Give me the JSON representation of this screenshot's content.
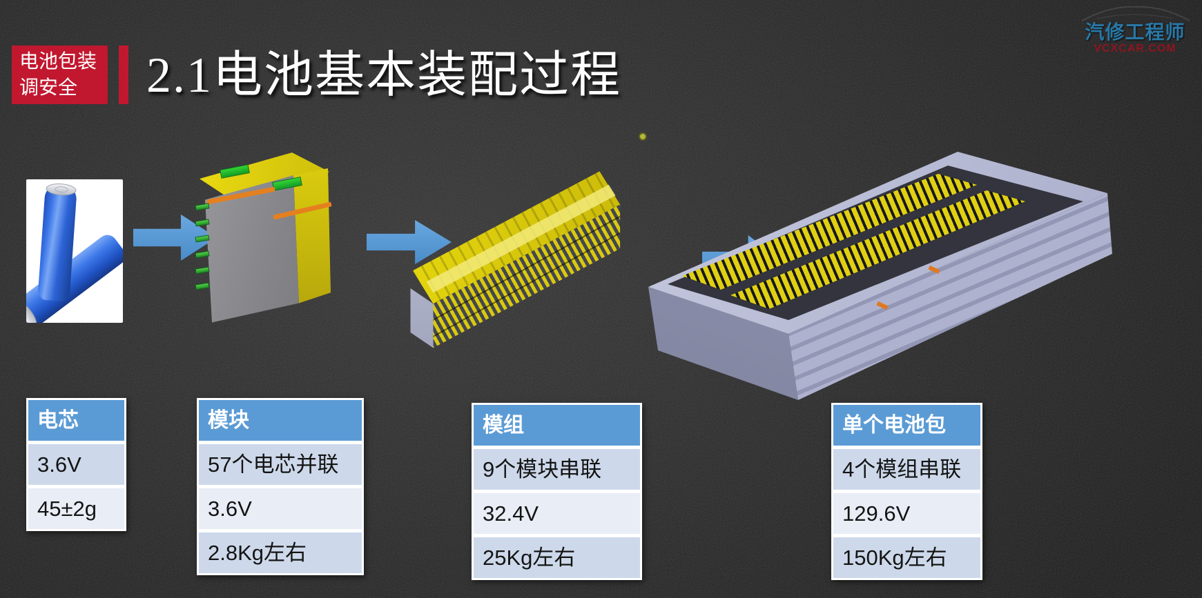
{
  "header": {
    "badge_line1": "电池包装",
    "badge_line2": "调安全",
    "title": "2.1电池基本装配过程"
  },
  "logo": {
    "brand": "汽修工程师",
    "site": "VCXCAR.COM"
  },
  "flow": {
    "arrow_icon": "right-block-arrow",
    "stages": [
      {
        "name": "cell",
        "image": "battery-cells-photo",
        "table": {
          "header": "电芯",
          "rows": [
            "3.6V",
            "45±2g"
          ]
        }
      },
      {
        "name": "module",
        "image": "battery-module-render",
        "table": {
          "header": "模块",
          "rows": [
            "57个电芯并联",
            "3.6V",
            "2.8Kg左右"
          ]
        }
      },
      {
        "name": "module-group",
        "image": "battery-module-group-render",
        "table": {
          "header": "模组",
          "rows": [
            "9个模块串联",
            "32.4V",
            "25Kg左右"
          ]
        }
      },
      {
        "name": "pack",
        "image": "battery-pack-render",
        "table": {
          "header": "单个电池包",
          "rows": [
            "4个模组串联",
            "129.6V",
            "150Kg左右"
          ]
        }
      }
    ]
  },
  "colors": {
    "slide_background": "#1e1e1e",
    "badge_red": "#c1182f",
    "table_header_blue": "#5b9bd5",
    "row_band_dark": "#cdd9ea",
    "row_band_light": "#e9edf6",
    "arrow_blue": "#5b9bd5",
    "logo_blue": "#2977a5",
    "logo_red": "#8e1520",
    "title_white": "#ffffff"
  }
}
